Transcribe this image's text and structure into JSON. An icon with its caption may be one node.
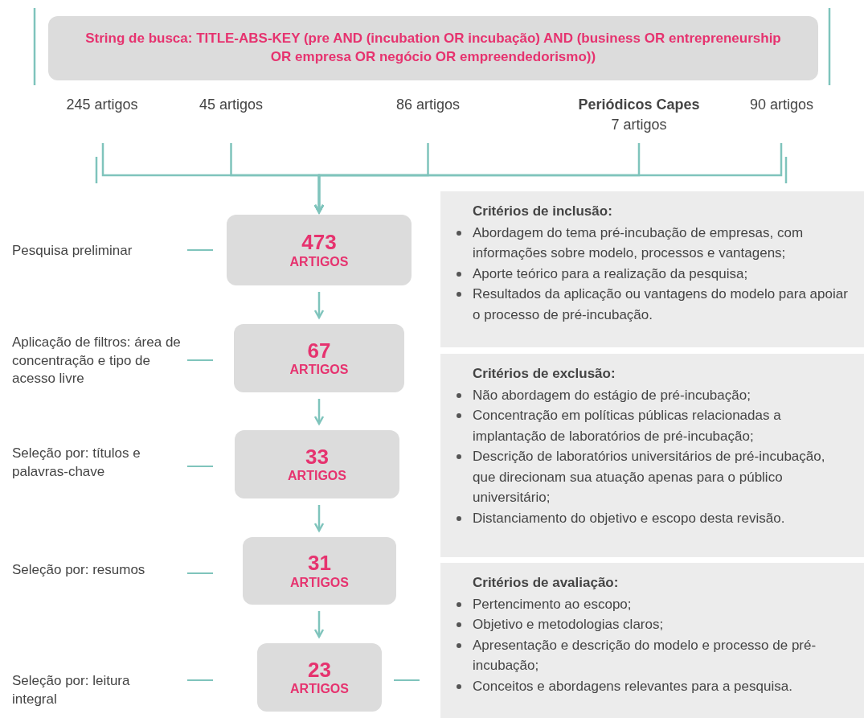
{
  "diagram": {
    "nodes": [
      {
        "text": [
          "String de busca: TITLE-ABS-KEY (pre AND (incubation OR incubação) AND (business OR entrepreneurship OR empresa OR negócio OR empreendedorismo))"
        ]
      },
      {
        "text": [
          "245 artigos"
        ]
      },
      {
        "text": [
          "45 artigos"
        ]
      },
      {
        "text": [
          "86 artigos"
        ]
      },
      {
        "text": [
          "Periódicos Capes",
          "7 artigos"
        ]
      },
      {
        "text": [
          "90 artigos"
        ]
      },
      {
        "text": [
          "Pesquisa preliminar"
        ]
      },
      {
        "text": [
          "473",
          "ARTIGOS"
        ]
      },
      {
        "text": [
          "Aplicação de filtros: área de concentração e tipo de acesso livre"
        ]
      },
      {
        "text": [
          "67",
          "ARTIGOS"
        ]
      },
      {
        "text": [
          "Seleção por: títulos e palavras-chave"
        ]
      },
      {
        "text": [
          "33",
          "ARTIGOS"
        ]
      },
      {
        "text": [
          "Seleção por: resumos"
        ]
      },
      {
        "text": [
          "31",
          "ARTIGOS"
        ]
      },
      {
        "text": [
          "Seleção por: leitura integral"
        ]
      },
      {
        "text": [
          "23",
          "ARTIGOS"
        ]
      },
      {
        "text": [
          "Critérios de inclusão:",
          "Abordagem do tema pré-incubação de empresas, com informações sobre modelo, processos e vantagens;",
          "Aporte teórico para a realização da pesquisa;",
          "Resultados da aplicação ou vantagens do modelo para apoiar o processo de pré-incubação."
        ]
      },
      {
        "text": [
          "Critérios de exclusão:",
          "Não abordagem do estágio de pré-incubação;",
          "Concentração em políticas públicas relacionadas a implantação de laboratórios de pré-incubação;",
          "Descrição de laboratórios universitários de pré-incubação, que direcionam sua atuação apenas para o público universitário;",
          "Distanciamento do objetivo e escopo desta revisão."
        ]
      },
      {
        "text": [
          "Critérios de avaliação:",
          "Pertencimento ao escopo;",
          "Objetivo e metodologias claros;",
          "Apresentação e descrição do modelo e processo de pré-incubação;",
          "Conceitos e abordagens relevantes para a pesquisa."
        ]
      }
    ],
    "edges": [
      {
        "from": 1,
        "to": 7,
        "arrow": "to"
      },
      {
        "from": 2,
        "to": 7,
        "arrow": "to"
      },
      {
        "from": 3,
        "to": 7,
        "arrow": "to"
      },
      {
        "from": 4,
        "to": 7,
        "arrow": "to"
      },
      {
        "from": 5,
        "to": 7,
        "arrow": "to"
      },
      {
        "from": 7,
        "to": 9,
        "arrow": "to"
      },
      {
        "from": 9,
        "to": 11,
        "arrow": "to"
      },
      {
        "from": 11,
        "to": 13,
        "arrow": "to"
      },
      {
        "from": 13,
        "to": 15,
        "arrow": "to"
      }
    ]
  }
}
